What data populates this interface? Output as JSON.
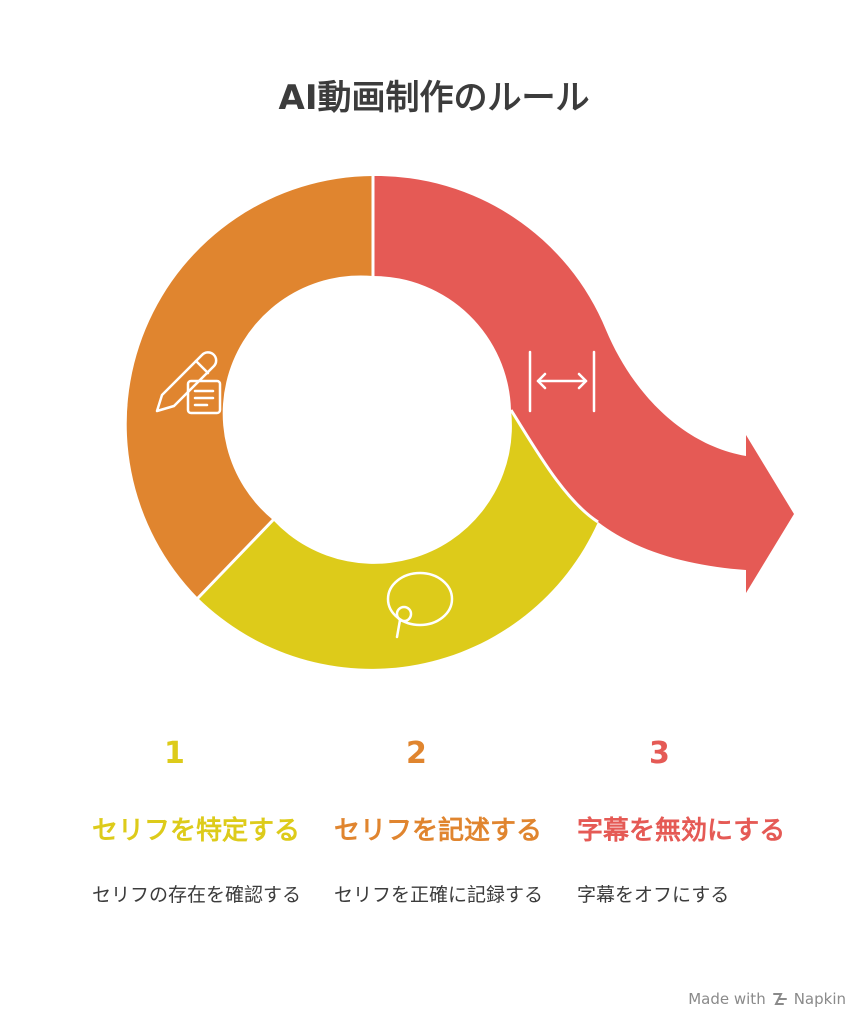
{
  "title": "AI動画制作のルール",
  "colors": {
    "orange": "#E0852F",
    "yellow": "#DDCB1A",
    "red": "#E55A55",
    "text": "#3C3C3C"
  },
  "steps": [
    {
      "number": "1",
      "heading": "セリフを特定する",
      "description": "セリフの存在を確認する",
      "color": "#DDCB1A",
      "icon": "pencil-note-icon"
    },
    {
      "number": "2",
      "heading": "セリフを記述する",
      "description": "セリフを正確に記録する",
      "color": "#E0852F",
      "icon": "speech-bubble-icon"
    },
    {
      "number": "3",
      "heading": "字幕を無効にする",
      "description": "字幕をオフにする",
      "color": "#E55A55",
      "icon": "width-arrows-icon"
    }
  ],
  "footer": {
    "made_with": "Made with",
    "brand": "Napkin"
  }
}
